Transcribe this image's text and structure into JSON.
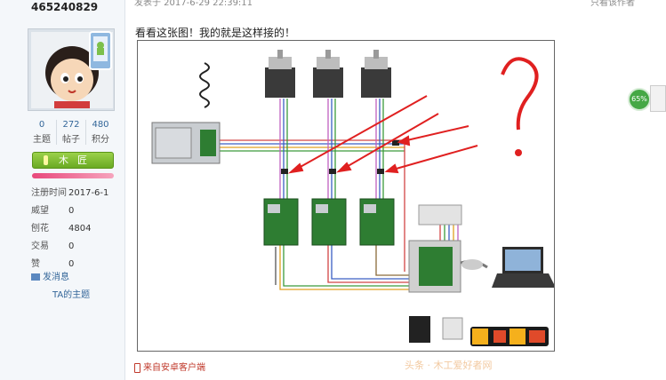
{
  "user": {
    "id": "465240829",
    "stats": [
      {
        "value": "0",
        "label": "主题"
      },
      {
        "value": "272",
        "label": "帖子"
      },
      {
        "value": "480",
        "label": "积分"
      }
    ],
    "rank": "木匠",
    "info": [
      {
        "key": "注册时间",
        "value": "2017-6-1"
      },
      {
        "key": "威望",
        "value": "0"
      },
      {
        "key": "刨花",
        "value": "4804"
      },
      {
        "key": "交易",
        "value": "0"
      },
      {
        "key": "赞",
        "value": "0"
      }
    ],
    "send_message": "发消息",
    "topics": "TA的主题"
  },
  "post": {
    "meta": "发表于 2017-6-29 22:39:11",
    "meta_link": "只看该作者",
    "text": "看看这张图！我的就是这样接的！",
    "source": "来自安卓客户端"
  },
  "float_widget": {
    "value": "65%"
  },
  "watermark": "头条 · 木工爱好者网",
  "colors": {
    "accent_link": "#336699",
    "rank_green": "#6aaa22",
    "arrow_red": "#e02020"
  }
}
